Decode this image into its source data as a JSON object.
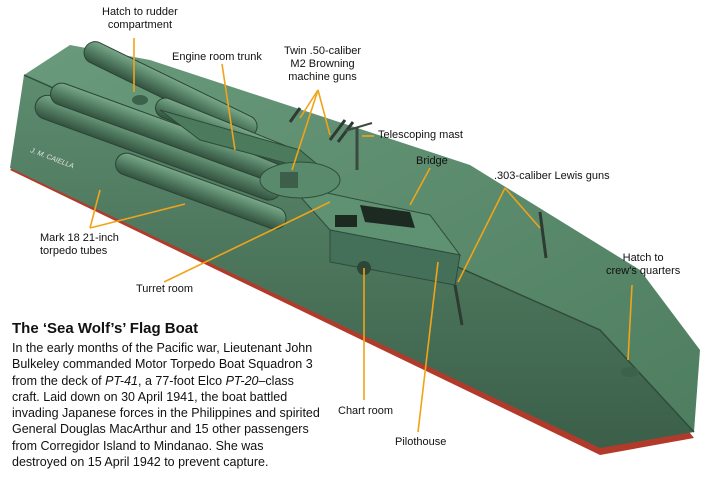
{
  "illustration": {
    "artist_credit": "J. M. CAIELLA",
    "colors": {
      "hull_green": "#4f7a5e",
      "deck_green": "#5a8a6c",
      "waterline_red": "#b23a2a",
      "callout_orange": "#f0a418"
    }
  },
  "labels": {
    "hatch_rudder": [
      "Hatch to rudder",
      "compartment"
    ],
    "engine_trunk": "Engine room trunk",
    "machine_guns": [
      "Twin .50-caliber",
      "M2 Browning",
      "machine guns"
    ],
    "telescoping_mast": "Telescoping mast",
    "bridge": "Bridge",
    "lewis_guns": ".303-caliber Lewis guns",
    "torpedo_tubes": [
      "Mark 18 21-inch",
      "torpedo tubes"
    ],
    "hatch_crew": [
      "Hatch to",
      "crew's quarters"
    ],
    "turret_room": "Turret room",
    "chart_room": "Chart room",
    "pilothouse": "Pilothouse"
  },
  "caption": {
    "title": "The ‘Sea Wolf’s’ Flag Boat",
    "lines": [
      [
        "In the early months of the Pacific war, Lieutenant John"
      ],
      [
        "Bulkeley commanded Motor Torpedo Boat Squadron 3"
      ],
      [
        "from the deck of ",
        {
          "i": "PT-41"
        },
        ", a 77-foot Elco ",
        {
          "i": "PT-20"
        },
        "–class"
      ],
      [
        "craft. Laid down on 30 April 1941, the boat battled"
      ],
      [
        "invading Japanese forces in the Philippines and spirited"
      ],
      [
        "General Douglas MacArthur and 15 other passengers"
      ],
      [
        "from Corregidor Island to Mindanao. She was"
      ],
      [
        "destroyed on 15 April 1942 to prevent capture."
      ]
    ]
  }
}
